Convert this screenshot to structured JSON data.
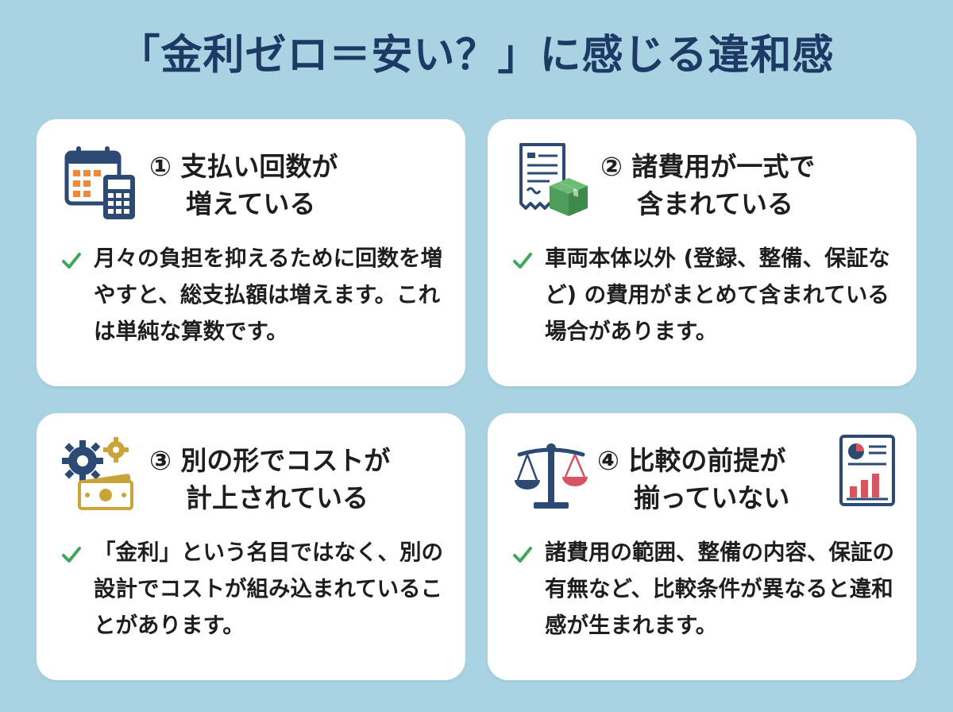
{
  "title": "「金利ゼロ＝安い？」に感じる違和感",
  "colors": {
    "background": "#a9d3e3",
    "title": "#1c3a63",
    "check": "#3fa65a",
    "navy": "#2c4a73",
    "orange": "#e98a3c",
    "green": "#4e9d5a",
    "red": "#d6555e",
    "gold": "#c9a43b"
  },
  "cards": [
    {
      "icon": "calendar-calculator-icon",
      "heading_line1": "① 支払い回数が",
      "heading_line2": "増えている",
      "body": "月々の負担を抑えるために回数を増やすと、総支払額は増えます。これは単純な算数です。"
    },
    {
      "icon": "receipt-box-icon",
      "heading_line1": "② 諸費用が一式で",
      "heading_line2": "含まれている",
      "body": "車両本体以外 (登録、整備、保証など) の費用がまとめて含まれている場合があります。"
    },
    {
      "icon": "gears-money-icon",
      "heading_line1": "③ 別の形でコストが",
      "heading_line2": "計上されている",
      "body": "「金利」という名目ではなく、別の設計でコストが組み込まれていることがあります。"
    },
    {
      "icon": "scales-icon",
      "heading_line1": "④ 比較の前提が",
      "heading_line2": "揃っていない",
      "body": "諸費用の範囲、整備の内容、保証の有無など、比較条件が異なると違和感が生まれます。",
      "extra_icon": "report-chart-icon"
    }
  ]
}
